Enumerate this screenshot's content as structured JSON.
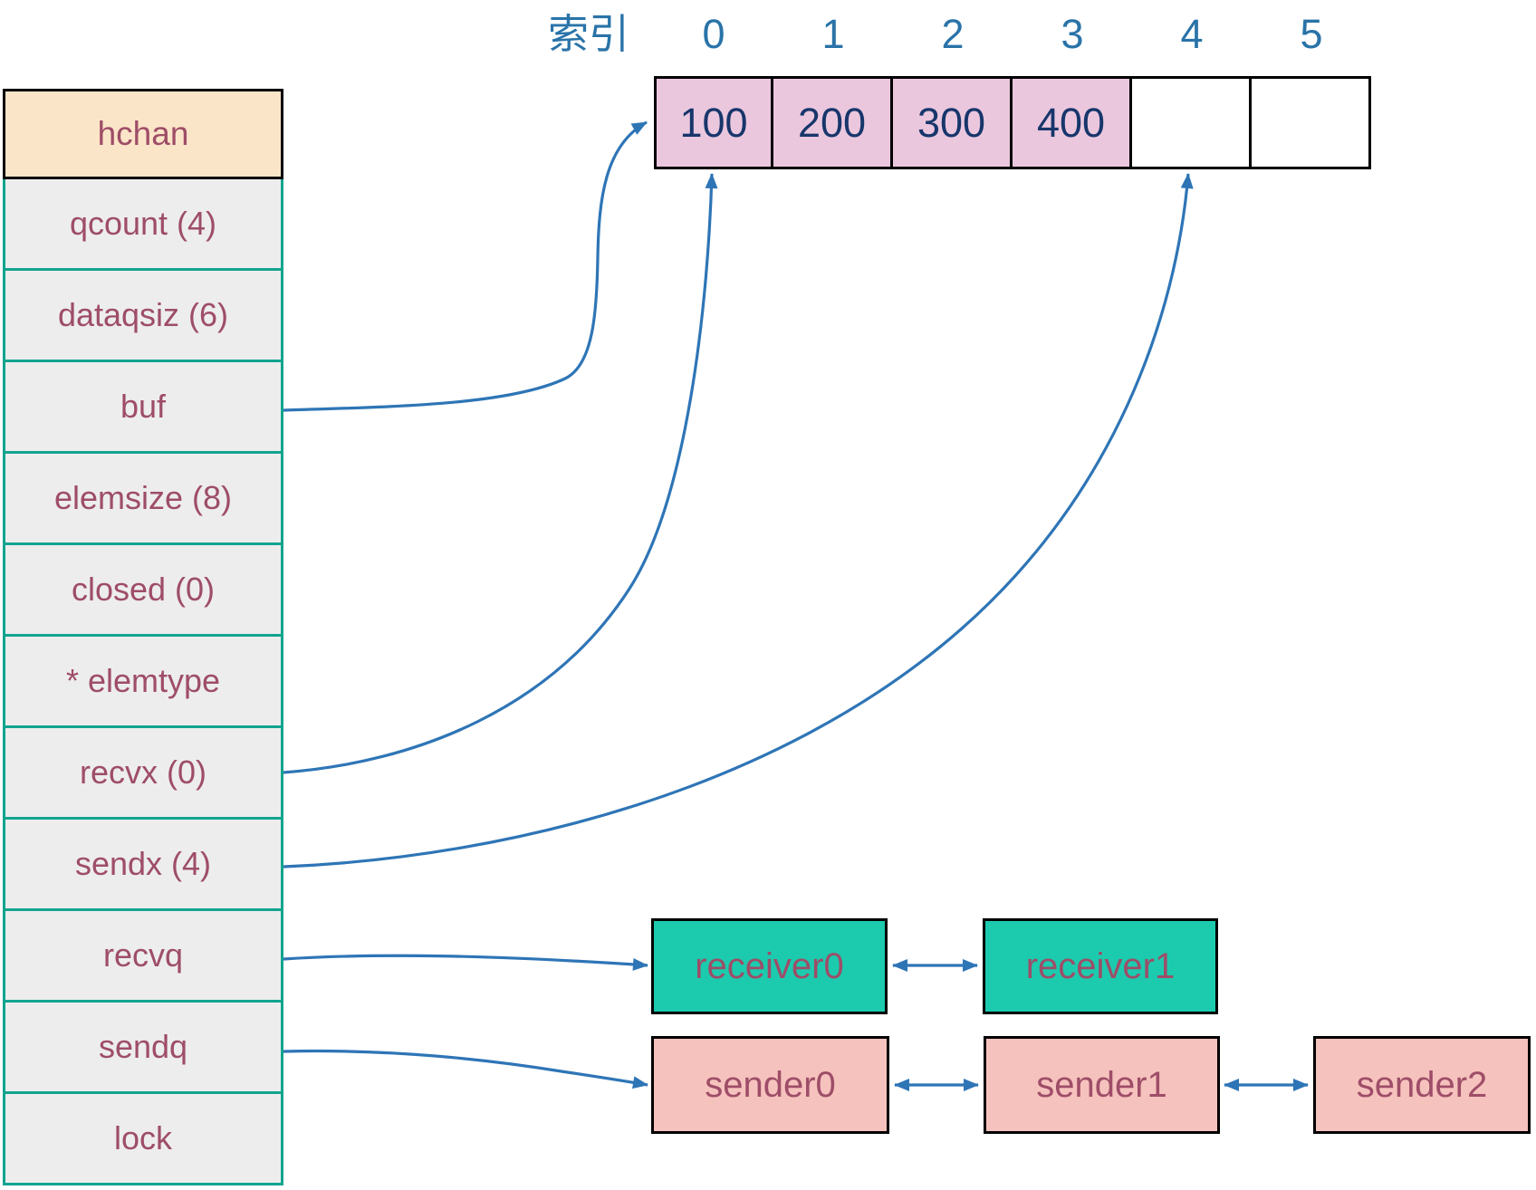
{
  "colors": {
    "teal_border": "#12A48F",
    "row_fill": "#EDEDED",
    "header_fill": "#FBE5C8",
    "header_border": "#000000",
    "field_text": "#9E4D68",
    "cell_fill_pink": "#EBC7DE",
    "cell_value_text": "#17366B",
    "index_text": "#2973A8",
    "arrow_blue": "#2E75B6",
    "receiver_fill": "#1CCBAE",
    "sender_fill": "#F6C2BD",
    "box_border": "#000000"
  },
  "hchan_table": {
    "header": "hchan",
    "fields": [
      "qcount (4)",
      "dataqsiz (6)",
      "buf",
      "elemsize (8)",
      "closed (0)",
      "* elemtype",
      "recvx (0)",
      "sendx (4)",
      "recvq",
      "sendq",
      "lock"
    ]
  },
  "buffer_array": {
    "index_caption": "索引",
    "indices": [
      "0",
      "1",
      "2",
      "3",
      "4",
      "5"
    ],
    "cells": [
      {
        "value": "100",
        "filled": true
      },
      {
        "value": "200",
        "filled": true
      },
      {
        "value": "300",
        "filled": true
      },
      {
        "value": "400",
        "filled": true
      },
      {
        "value": "",
        "filled": false
      },
      {
        "value": "",
        "filled": false
      }
    ]
  },
  "recvq_waiters": [
    "receiver0",
    "receiver1"
  ],
  "sendq_waiters": [
    "sender0",
    "sender1",
    "sender2"
  ]
}
